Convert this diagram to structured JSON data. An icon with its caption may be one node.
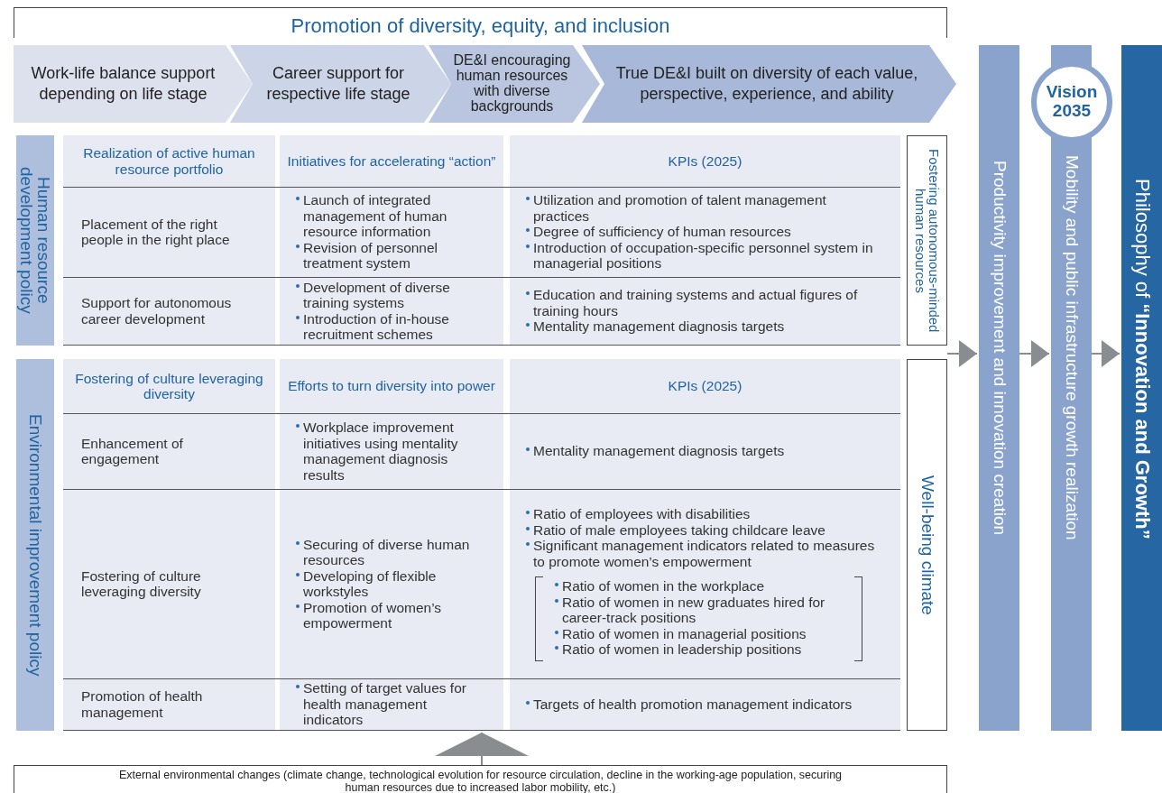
{
  "diagram": {
    "nodes": [
      {
        "text": [
          "Promotion of diversity, equity, and inclusion"
        ]
      },
      {
        "text": [
          "Work-life balance support depending on life stage"
        ]
      },
      {
        "text": [
          "Career support for respective life stage"
        ]
      },
      {
        "text": [
          "DE&I encouraging human resources with diverse backgrounds"
        ]
      },
      {
        "text": [
          "True DE&I built on diversity of each value, perspective, experience, and  ability"
        ]
      },
      {
        "text": [
          "Vision 2035"
        ]
      },
      {
        "text": [
          "Productivity improvement and innovation creation"
        ]
      },
      {
        "text": [
          "Mobility and public infrastructure growth realization"
        ]
      },
      {
        "text": [
          "Philosophy of **“Innovation and Growth”**"
        ]
      },
      {
        "text": [
          "Human resource development policy"
        ]
      },
      {
        "text": [],
        "shape": "box"
      },
      {
        "text": [
          "Realization of active human resource portfolio"
        ],
        "in": 10
      },
      {
        "text": [
          "Initiatives for accelerating “action”"
        ],
        "in": 10
      },
      {
        "text": [
          "KPIs (2025)"
        ],
        "in": 10
      },
      {
        "text": [
          "Placement of the right people in the right place"
        ],
        "in": 10
      },
      {
        "text": [
          "Launch of integrated management of human resource information",
          "Revision of personnel treatment system"
        ],
        "in": 10
      },
      {
        "text": [
          "Utilization and promotion of talent management practices",
          "Degree of sufficiency of human resources",
          "Introduction of occupation-specific personnel system in managerial positions"
        ],
        "in": 10
      },
      {
        "text": [
          "Support for autonomous career development"
        ],
        "in": 10
      },
      {
        "text": [
          "Development of diverse training systems",
          "Introduction of in-house recruitment schemes"
        ],
        "in": 10
      },
      {
        "text": [
          "Education and training systems and actual figures of training hours",
          "Mentality management diagnosis targets"
        ],
        "in": 10
      },
      {
        "text": [
          "Fostering autonomous-minded human resources"
        ]
      },
      {
        "text": [
          "Environmental improvement policy"
        ]
      },
      {
        "text": [],
        "shape": "box"
      },
      {
        "text": [
          "Fostering of culture leveraging diversity"
        ],
        "in": 22
      },
      {
        "text": [
          "Efforts to turn diversity into power"
        ],
        "in": 22
      },
      {
        "text": [
          "KPIs (2025)"
        ],
        "in": 22
      },
      {
        "text": [
          "Enhancement of engagement"
        ],
        "in": 22
      },
      {
        "text": [
          "Workplace improvement initiatives using mentality management diagnosis results"
        ],
        "in": 22
      },
      {
        "text": [
          "Mentality management diagnosis targets"
        ],
        "in": 22
      },
      {
        "text": [
          "Fostering of culture leveraging diversity"
        ],
        "in": 22
      },
      {
        "text": [
          "Securing of diverse human resources",
          "Developing of flexible workstyles",
          "Promotion of women’s empowerment"
        ],
        "in": 22
      },
      {
        "text": [
          "Ratio of employees with disabilities",
          "Ratio of male employees taking childcare leave",
          "Significant management indicators related to measures to promote women’s empowerment",
          "Ratio of women in the workplace",
          "Ratio of women in new graduates hired for career-track positions",
          "Ratio of women in managerial positions",
          "Ratio of women in leadership positions"
        ],
        "in": 22
      },
      {
        "text": [
          "Promotion of health management"
        ],
        "in": 22
      },
      {
        "text": [
          "Setting of target values for health management indicators"
        ],
        "in": 22
      },
      {
        "text": [
          "Targets of health promotion management indicators"
        ],
        "in": 22
      },
      {
        "text": [
          "Well-being climate"
        ]
      },
      {
        "text": [
          "External environmental changes (climate change, technological evolution for resource circulation, decline in the working-age population, securing human resources due to increased labor mobility, etc.)"
        ]
      }
    ],
    "edges": [
      {
        "from": 20,
        "to": 6,
        "arrow": "to"
      },
      {
        "from": 35,
        "to": 6,
        "arrow": "to"
      },
      {
        "from": 6,
        "to": 7,
        "arrow": "to"
      },
      {
        "from": 7,
        "to": 8,
        "arrow": "to"
      },
      {
        "from": 36,
        "to": 22,
        "arrow": "to"
      }
    ]
  }
}
